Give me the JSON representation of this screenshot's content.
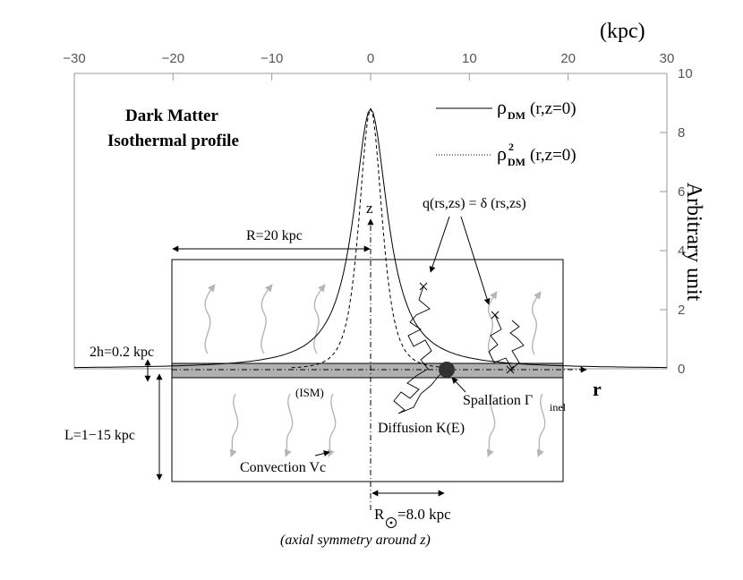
{
  "top_axis": {
    "unit_label": "(kpc)",
    "ticks": [
      "−30",
      "−20",
      "−10",
      "0",
      "10",
      "20",
      "30"
    ],
    "range": [
      -30,
      30
    ]
  },
  "right_axis": {
    "label": "Arbitrary unit",
    "ticks": [
      "10",
      "8",
      "6",
      "4",
      "2",
      "0"
    ],
    "range": [
      0,
      10
    ]
  },
  "title": {
    "line1": "Dark Matter",
    "line2": "Isothermal profile"
  },
  "legend": {
    "solid_label": "(r,z=0)",
    "dotted_label": "(r,z=0)",
    "rho_symbol": "ρ",
    "subscript": "DM",
    "superscript_2": "2"
  },
  "labels": {
    "z_axis": "z",
    "r_axis": "r",
    "radius": "R=20 kpc",
    "halo_thickness": "2h=0.2 kpc",
    "halo_height": "L=1−15 kpc",
    "ism": "(ISM)",
    "source": "q(rs,zs) = δ (rs,zs)",
    "spallation": "Spallation Γ",
    "spallation_sub": "inel",
    "diffusion": "Diffusion K(E)",
    "convection": "Convection Vc",
    "sun_distance": "=8.0 kpc",
    "sun_symbol": "R",
    "footnote": "(axial symmetry around z)"
  },
  "colors": {
    "disk_fill": "#b0b0b0",
    "wind_arrows": "#b5b5b5",
    "spallation_dot": "#333333"
  }
}
